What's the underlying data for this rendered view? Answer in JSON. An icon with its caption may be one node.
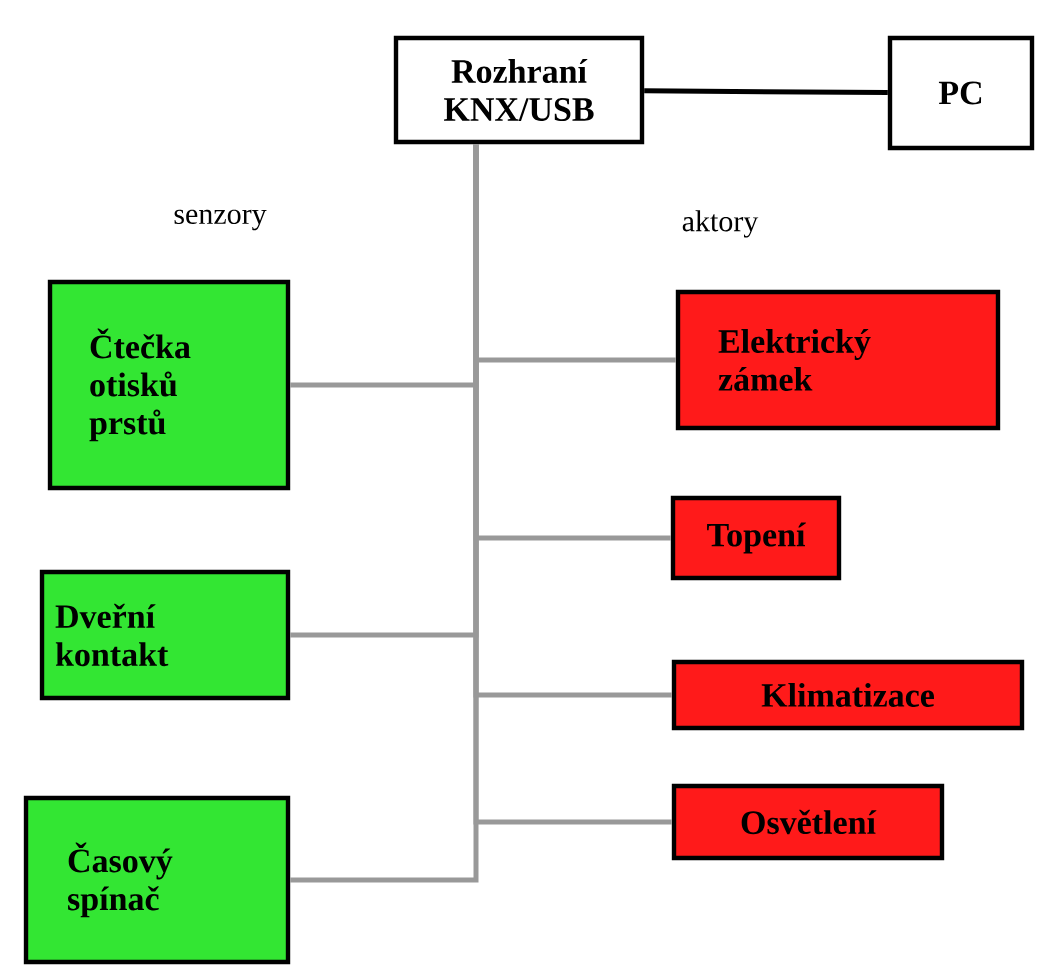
{
  "diagram": {
    "nodes": [
      {
        "text": [
          "Rozhraní KNX/USB"
        ]
      },
      {
        "text": [
          "PC"
        ]
      },
      {
        "text": [
          "Čtečka otisků prstů"
        ]
      },
      {
        "text": [
          "Dveřní kontakt"
        ]
      },
      {
        "text": [
          "Časový spínač"
        ]
      },
      {
        "text": [
          "Elektrický zámek"
        ]
      },
      {
        "text": [
          "Topení"
        ]
      },
      {
        "text": [
          "Klimatizace"
        ]
      },
      {
        "text": [
          "Osvětlení"
        ]
      }
    ],
    "edges": [
      {
        "from": 0,
        "to": 1,
        "arrow": "none",
        "color": "#000000"
      },
      {
        "from": 2,
        "to": 0,
        "arrow": "none"
      },
      {
        "from": 3,
        "to": 0,
        "arrow": "none"
      },
      {
        "from": 4,
        "to": 0,
        "arrow": "none"
      },
      {
        "from": 5,
        "to": 0,
        "arrow": "none"
      },
      {
        "from": 6,
        "to": 0,
        "arrow": "none"
      },
      {
        "from": 7,
        "to": 0,
        "arrow": "none"
      },
      {
        "from": 8,
        "to": 0,
        "arrow": "none"
      }
    ],
    "labels": [
      "senzory",
      "aktory"
    ]
  }
}
